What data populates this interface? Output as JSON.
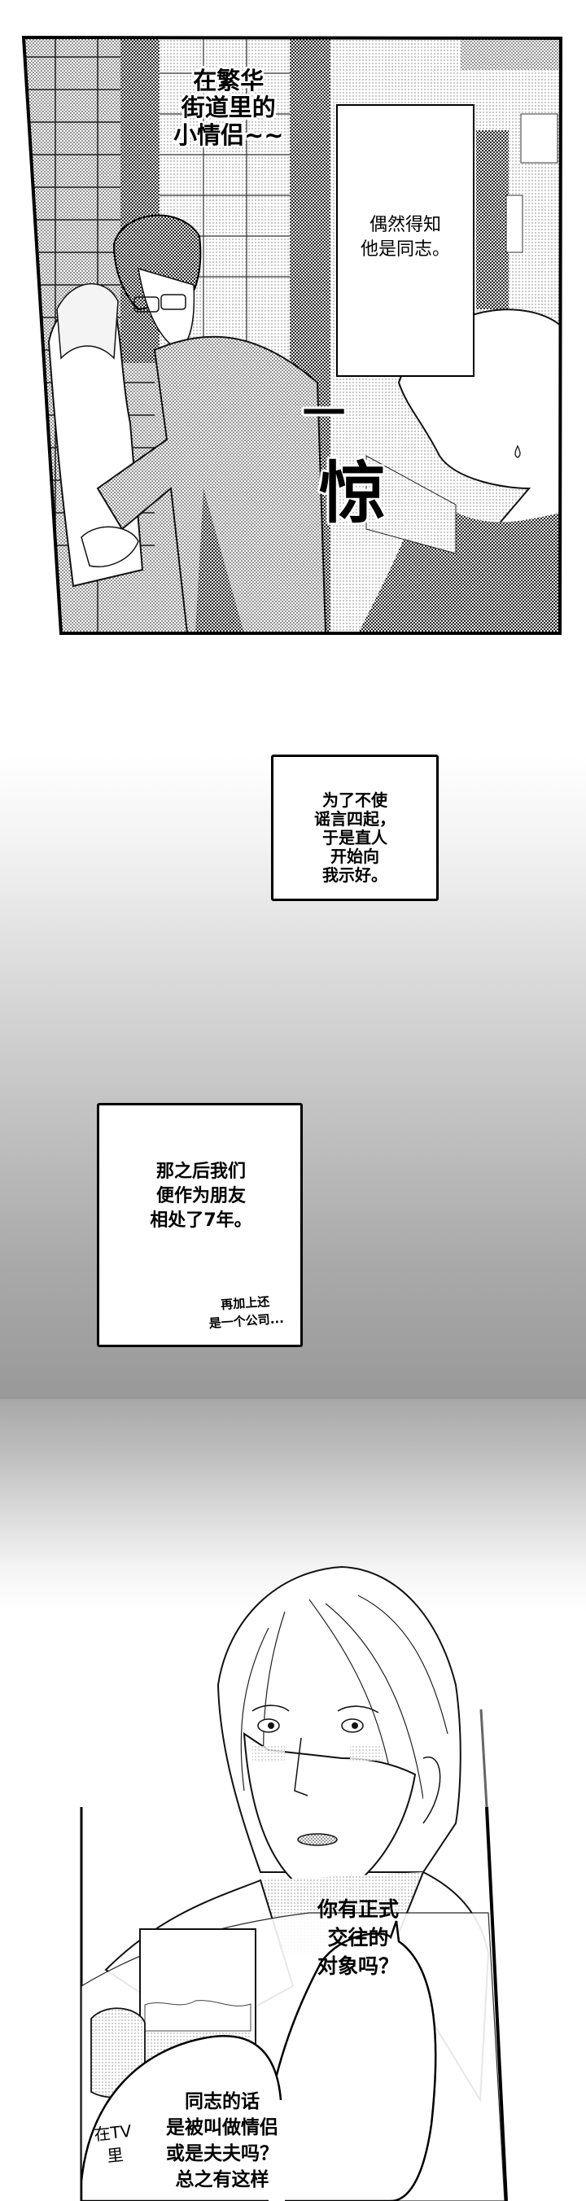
{
  "page": {
    "type": "manga-webtoon-page",
    "background": "#ffffff",
    "accent_colors": {
      "ink": "#000000",
      "screentone_dark": "#555555",
      "screentone_light": "#bbbbbb",
      "gradient_gray": "#999999"
    }
  },
  "panel_1": {
    "caption_sfx": "在繁华\n街道里的\n小情侣~~",
    "narration": "偶然得知\n他是同志。",
    "sfx_dash": "一",
    "sfx_startle": "惊",
    "icons": {
      "sweat_drop": "sweat-drop-icon"
    }
  },
  "narration_2": {
    "text": "为了不使\n谣言四起，\n于是直人\n开始向\n我示好。"
  },
  "narration_3": {
    "text": "那之后我们\n便作为朋友\n相处了7年。",
    "aside": "再加上还\n是一个公司..."
  },
  "panel_3": {
    "bubble_right": "你有正式\n交往的\n对象吗？",
    "bubble_left_main": "同志的话\n是被叫做情侣\n或是夫夫吗？\n总之有这样",
    "bubble_left_aside": "在TV\n里"
  }
}
